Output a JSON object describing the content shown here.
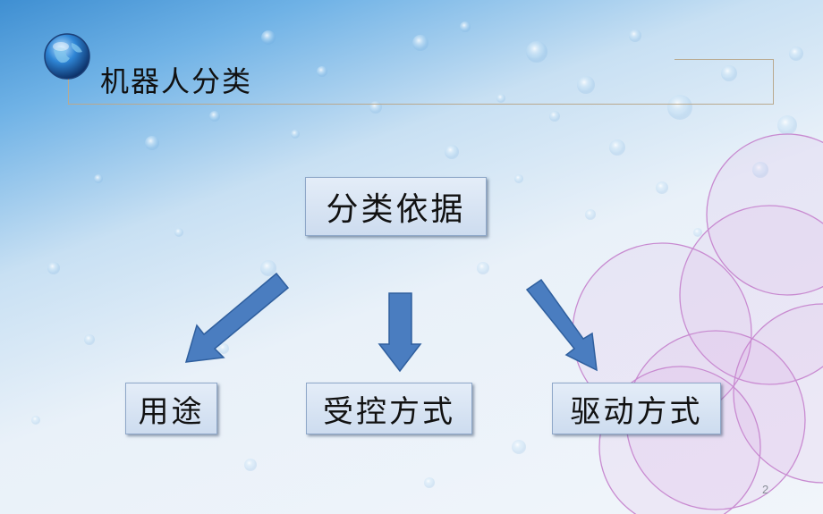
{
  "slide": {
    "title": "机器人分类",
    "page_number": "2"
  },
  "diagram": {
    "root": "分类依据",
    "children": [
      "用途",
      "受控方式",
      "驱动方式"
    ]
  },
  "colors": {
    "arrow_fill": "#4a7dc0",
    "arrow_stroke": "#2f5f9e",
    "box_fill": "#dbe6f4",
    "circle_stroke": "#c88ad0"
  },
  "icons": {
    "globe": "globe-icon"
  }
}
